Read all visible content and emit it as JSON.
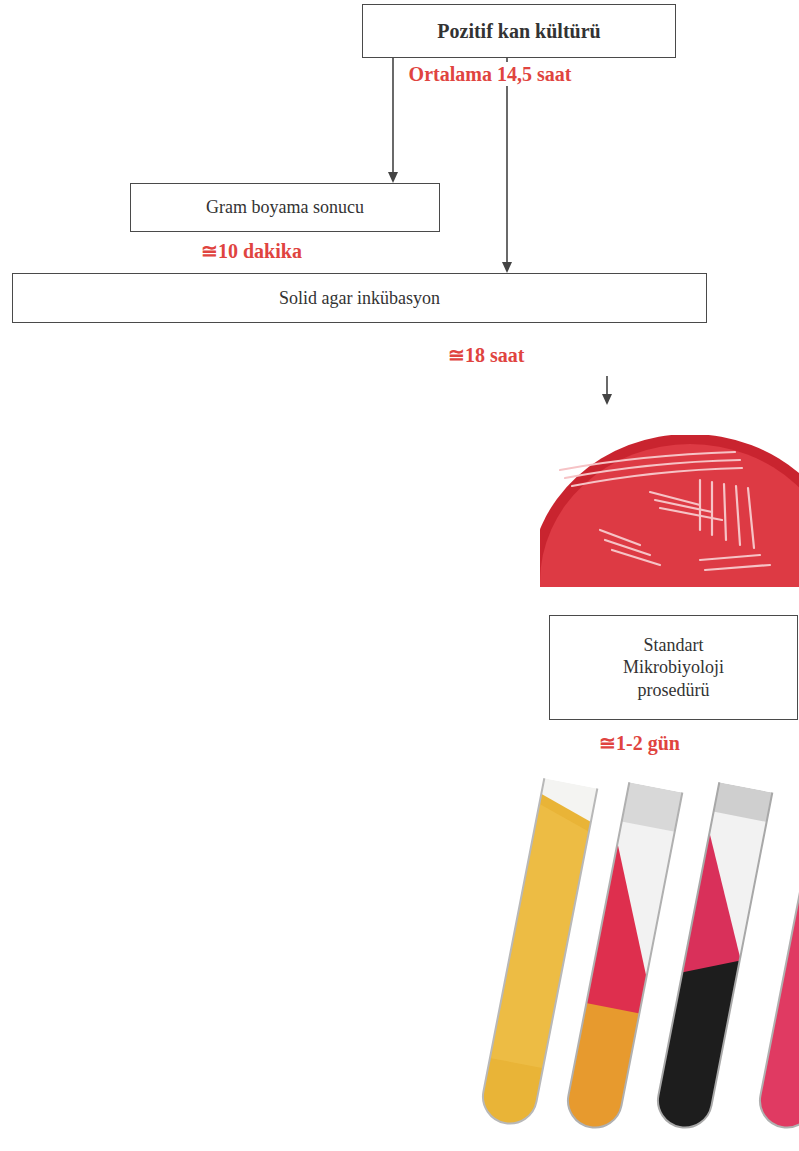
{
  "diagram": {
    "nodes": [
      {
        "text": [
          "Pozitif kan kültürü"
        ]
      },
      {
        "text": [
          "Gram boyama sonucu"
        ]
      },
      {
        "text": [
          "Solid agar inkübasyon"
        ]
      },
      {
        "text": [
          "Standart Mikrobiyoloji prosedürü"
        ]
      }
    ],
    "edges": [
      {
        "from": 0,
        "to": 1,
        "arrow": "to"
      },
      {
        "from": 0,
        "to": 2,
        "arrow": "to"
      }
    ],
    "labels": [
      "Ortalama 14,5 saat",
      "≅10 dakika",
      "≅18 saat",
      "≅1-2 gün"
    ]
  }
}
